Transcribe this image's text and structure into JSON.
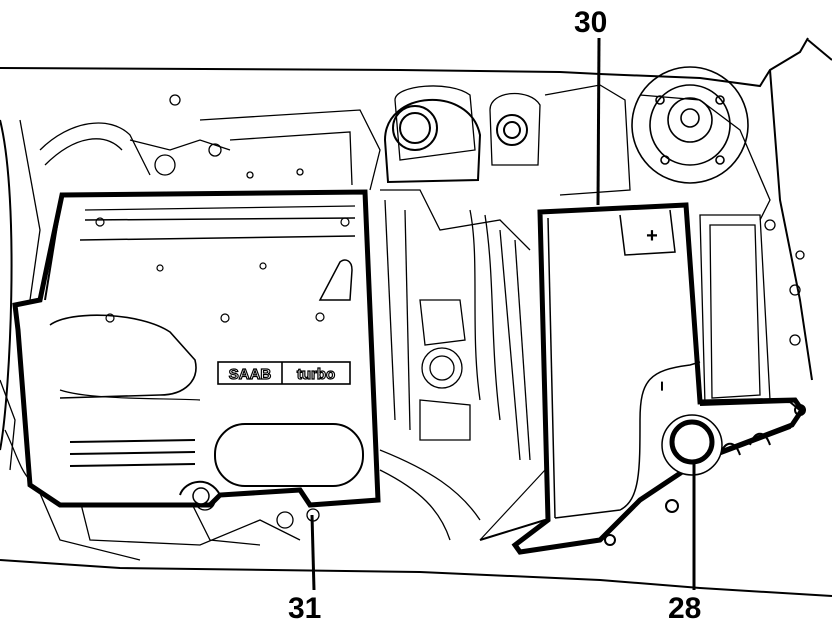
{
  "callouts": {
    "battery": "30",
    "engine_cover": "31",
    "coolant_cap": "28"
  },
  "engine_cover_logo": {
    "brand": "SAAB",
    "model": "turbo"
  },
  "battery_marks": {
    "positive": "+",
    "negative": "−"
  },
  "colors": {
    "line": "#000000",
    "background": "#ffffff"
  }
}
